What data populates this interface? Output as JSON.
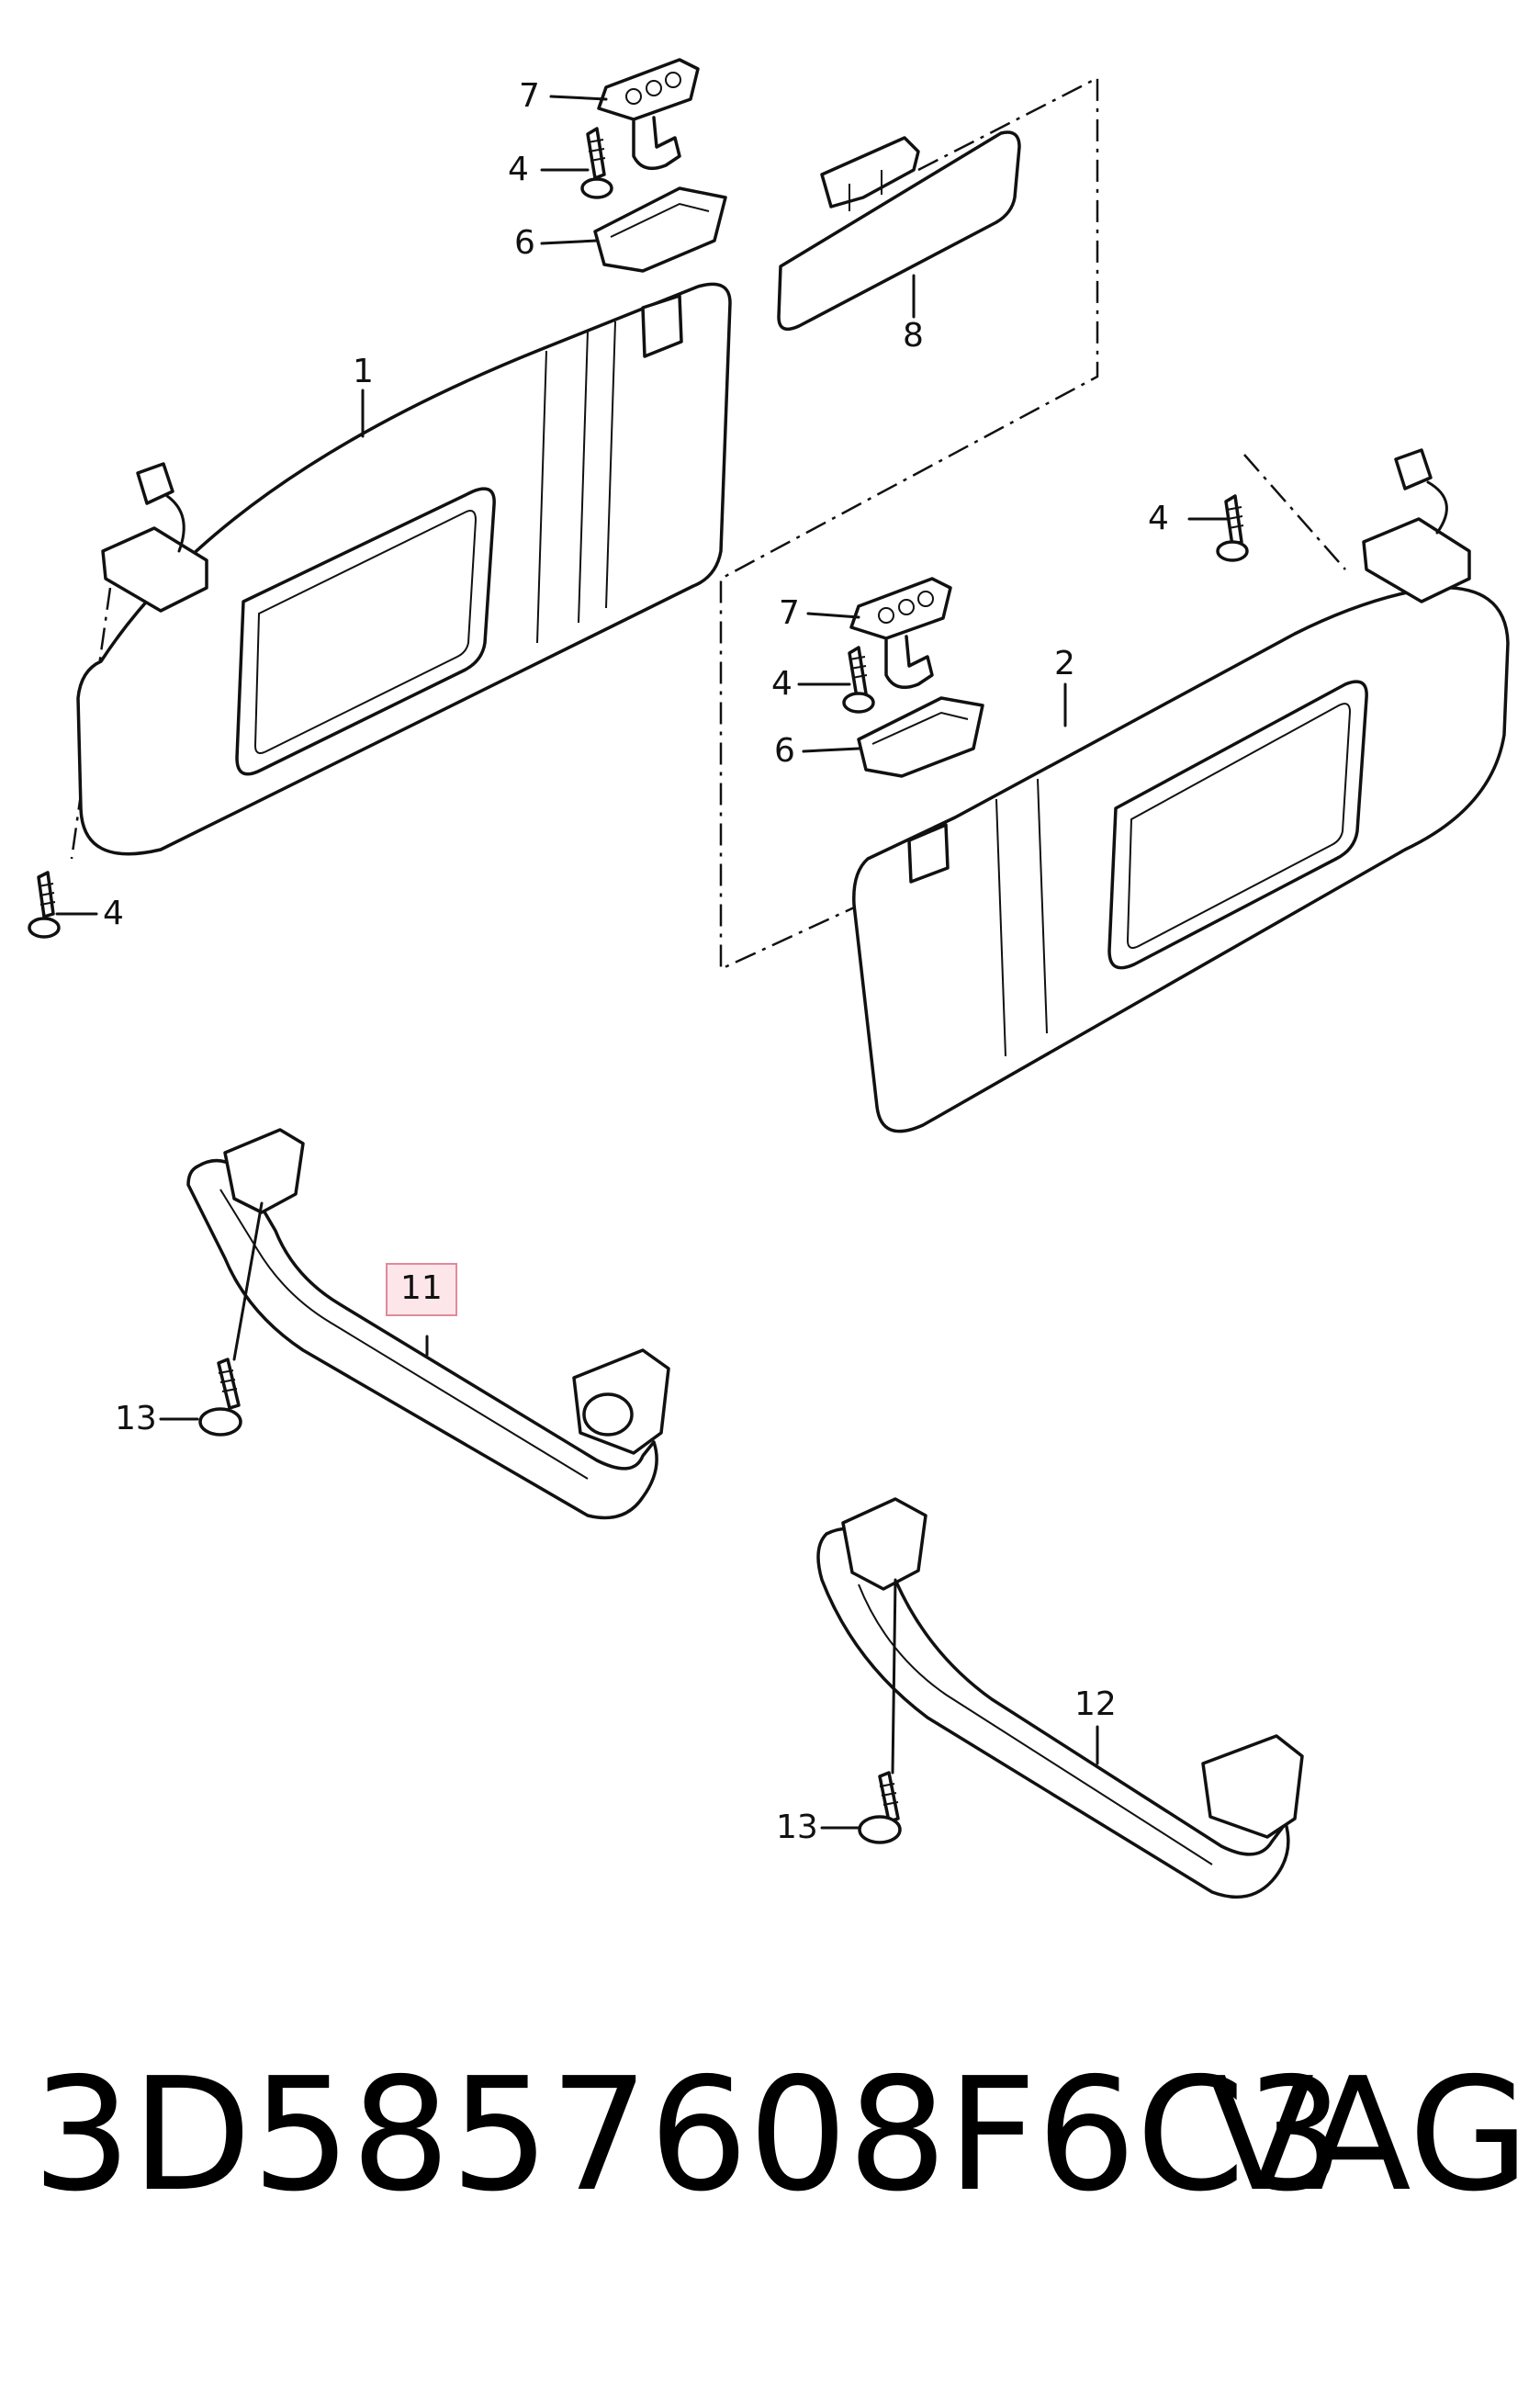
{
  "callouts": {
    "c1": "1",
    "c2": "2",
    "c4a": "4",
    "c4b": "4",
    "c4c": "4",
    "c4d": "4",
    "c6a": "6",
    "c6b": "6",
    "c7a": "7",
    "c7b": "7",
    "c8": "8",
    "c11": "11",
    "c12": "12",
    "c13a": "13",
    "c13b": "13"
  },
  "footer": {
    "part_number": "3D5857608F6C3",
    "brand": "VAG"
  },
  "colors": {
    "line": "#111111",
    "highlight_border": "#e08a9a",
    "highlight_fill": "#fde6ea"
  }
}
